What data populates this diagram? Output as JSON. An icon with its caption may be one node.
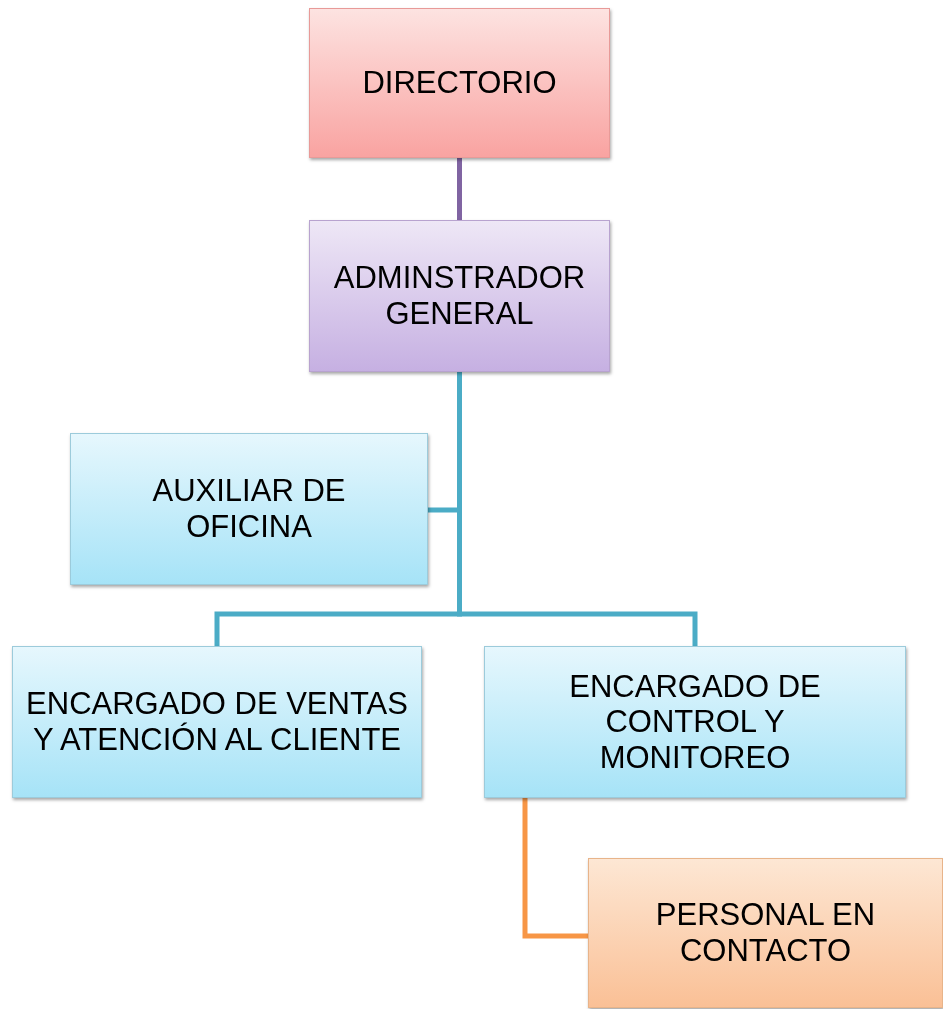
{
  "diagram": {
    "nodes": [
      {
        "text": [
          "DIRECTORIO"
        ]
      },
      {
        "text": [
          "ADMINSTRADOR GENERAL"
        ]
      },
      {
        "text": [
          "AUXILIAR DE OFICINA"
        ]
      },
      {
        "text": [
          "ENCARGADO DE VENTAS Y ATENCIÓN AL CLIENTE"
        ]
      },
      {
        "text": [
          "ENCARGADO DE CONTROL Y MONITOREO"
        ]
      },
      {
        "text": [
          "PERSONAL EN CONTACTO"
        ]
      }
    ],
    "edges": [
      {
        "from": 0,
        "to": 1,
        "arrow": "none",
        "color": "#8064a2"
      },
      {
        "from": 1,
        "to": 2,
        "arrow": "none"
      },
      {
        "from": 1,
        "to": 3,
        "arrow": "none"
      },
      {
        "from": 1,
        "to": 4,
        "arrow": "none"
      },
      {
        "from": 4,
        "to": 5,
        "arrow": "none",
        "color": "#f79646"
      }
    ]
  }
}
